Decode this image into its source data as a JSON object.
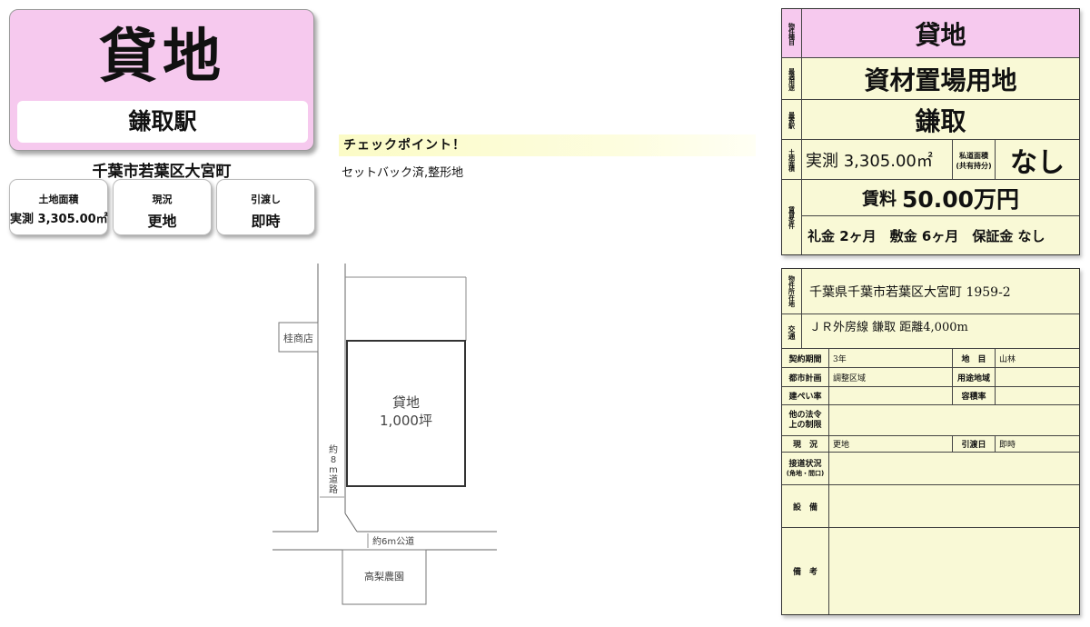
{
  "title_card": {
    "category": "貸地",
    "station": "鎌取駅"
  },
  "address_short": "千葉市若葉区大宮町",
  "chips": [
    {
      "label": "土地面積",
      "value": "実測 3,305.00㎡"
    },
    {
      "label": "現況",
      "value": "更地"
    },
    {
      "label": "引渡し",
      "value": "即時"
    }
  ],
  "checkpoint": {
    "heading": "チェックポイント！",
    "text": "セットバック済,整形地"
  },
  "map": {
    "shop": "桂商店",
    "lot_label": "貸地",
    "lot_area": "1,000坪",
    "road_side_chars": [
      "約",
      "8",
      "m",
      "道",
      "路"
    ],
    "public_road": "約6m公道",
    "farm": "高梨農園"
  },
  "panel1": {
    "type_head": "物件種目",
    "type_value": "貸地",
    "use_head": "最適用途",
    "use_value": "資材置場用地",
    "station_head": "最寄駅",
    "station_value": "鎌取",
    "area_head": "土地面積",
    "area_value": "実測 3,305.00㎡",
    "private_road_head": "私道面積",
    "private_road_sub": "(共有持分)",
    "private_road_value": "なし",
    "rent_head": "賃貸条件",
    "rent_label": "賃料",
    "rent_amount": "50.00万円",
    "rent_terms": "礼金 2ヶ月　敷金 6ヶ月　保証金 なし"
  },
  "panel2": {
    "location_head": "物件所在地",
    "location_value": "千葉県千葉市若葉区大宮町 1959-2",
    "traffic_head": "交通",
    "traffic_value": "ＪＲ外房線 鎌取 距離4,000m",
    "rows": [
      {
        "l1": "契約期間",
        "v1": "3年",
        "l2": "地　目",
        "v2": "山林"
      },
      {
        "l1": "都市計画",
        "v1": "調整区域",
        "l2": "用途地域",
        "v2": ""
      },
      {
        "l1": "建ぺい率",
        "v1": "",
        "l2": "容積率",
        "v2": ""
      }
    ],
    "other_laws_line1": "他の法令",
    "other_laws_line2": "上の制限",
    "status_label": "現　況",
    "status_value": "更地",
    "handover_label": "引渡日",
    "handover_value": "即時",
    "access_label": "接道状況",
    "access_sub": "(角地・間口)",
    "equipment_label": "設　備",
    "remarks_label": "備　考"
  }
}
